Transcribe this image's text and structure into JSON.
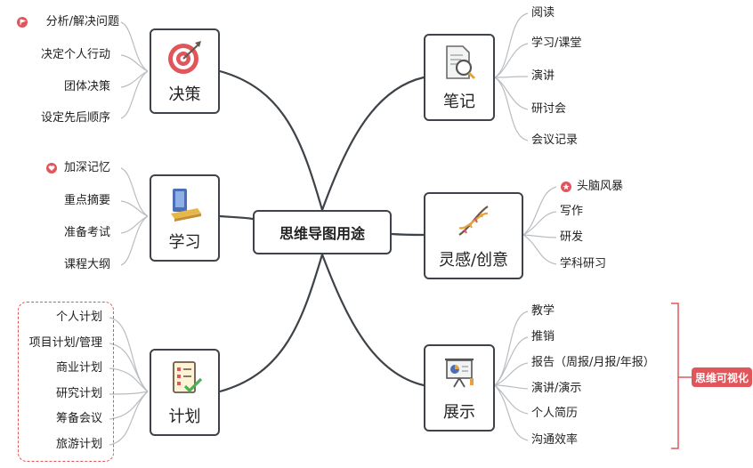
{
  "center": {
    "label": "思维导图用途"
  },
  "branches": {
    "decision": {
      "label": "决策",
      "items": [
        "分析/解决问题",
        "决定个人行动",
        "团体决策",
        "设定先后顺序"
      ]
    },
    "study": {
      "label": "学习",
      "items": [
        "加深记忆",
        "重点摘要",
        "准备考试",
        "课程大纲"
      ]
    },
    "plan": {
      "label": "计划",
      "items": [
        "个人计划",
        "项目计划/管理",
        "商业计划",
        "研究计划",
        "筹备会议",
        "旅游计划"
      ]
    },
    "notes": {
      "label": "笔记",
      "items": [
        "阅读",
        "学习/课堂",
        "演讲",
        "研讨会",
        "会议记录"
      ]
    },
    "inspiration": {
      "label": "灵感/创意",
      "items": [
        "头脑风暴",
        "写作",
        "研发",
        "学科研习"
      ]
    },
    "present": {
      "label": "展示",
      "items": [
        "教学",
        "推销",
        "报告（周报/月报/年报）",
        "演讲/演示",
        "个人简历",
        "沟通效率"
      ]
    }
  },
  "summary_badge": "思维可视化",
  "colors": {
    "line": "#3d4349",
    "thin_line": "#b9bdc1",
    "accent": "#e0565b"
  }
}
